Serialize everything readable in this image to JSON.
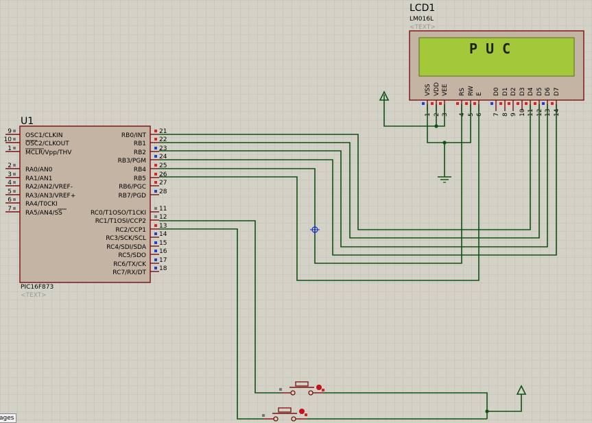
{
  "lcd": {
    "ref": "LCD1",
    "model": "LM016L",
    "text_placeholder": "<TEXT>",
    "display_text": "P U C",
    "pins": [
      {
        "name": "VSS",
        "num": "1"
      },
      {
        "name": "VDD",
        "num": "2"
      },
      {
        "name": "VEE",
        "num": "3"
      },
      {
        "name": "RS",
        "num": "4"
      },
      {
        "name": "RW",
        "num": "5"
      },
      {
        "name": "E",
        "num": "6"
      },
      {
        "name": "D0",
        "num": "7"
      },
      {
        "name": "D1",
        "num": "8"
      },
      {
        "name": "D2",
        "num": "9"
      },
      {
        "name": "D3",
        "num": "10"
      },
      {
        "name": "D4",
        "num": "11"
      },
      {
        "name": "D5",
        "num": "12"
      },
      {
        "name": "D6",
        "num": "13"
      },
      {
        "name": "D7",
        "num": "14"
      }
    ]
  },
  "mcu": {
    "ref": "U1",
    "model": "PIC16F873",
    "text_placeholder": "<TEXT>",
    "left_pins": [
      {
        "name": "OSC1/CLKIN",
        "num": "9"
      },
      {
        "name": "OSC2/CLKOUT",
        "num": "10"
      },
      {
        "name": "MCLR/Vpp/THV",
        "num": "1"
      },
      {
        "name": "RA0/AN0",
        "num": "2"
      },
      {
        "name": "RA1/AN1",
        "num": "3"
      },
      {
        "name": "RA2/AN2/VREF-",
        "num": "4"
      },
      {
        "name": "RA3/AN3/VREF+",
        "num": "5"
      },
      {
        "name": "RA4/T0CKI",
        "num": "6"
      },
      {
        "name": "RA5/AN4/SS",
        "num": "7"
      }
    ],
    "right_pins": [
      {
        "name": "RB0/INT",
        "num": "21"
      },
      {
        "name": "RB1",
        "num": "22"
      },
      {
        "name": "RB2",
        "num": "23"
      },
      {
        "name": "RB3/PGM",
        "num": "24"
      },
      {
        "name": "RB4",
        "num": "25"
      },
      {
        "name": "RB5",
        "num": "26"
      },
      {
        "name": "RB6/PGC",
        "num": "27"
      },
      {
        "name": "RB7/PGD",
        "num": "28"
      },
      {
        "name": "RC0/T1OSO/T1CKI",
        "num": "11"
      },
      {
        "name": "RC1/T1OSI/CCP2",
        "num": "12"
      },
      {
        "name": "RC2/CCP1",
        "num": "13"
      },
      {
        "name": "RC3/SCK/SCL",
        "num": "14"
      },
      {
        "name": "RC4/SDI/SDA",
        "num": "15"
      },
      {
        "name": "RC5/SDO",
        "num": "16"
      },
      {
        "name": "RC6/TX/CK",
        "num": "17"
      },
      {
        "name": "RC7/RX/DT",
        "num": "18"
      }
    ]
  },
  "status_tab": "ages",
  "colors": {
    "background": "#d4d2c7",
    "grid": "#c2c0b4",
    "chip_body": "#c3b4a4",
    "chip_border": "#7a0e0e",
    "wire": "#0e4f12",
    "lcd_screen": "#a3c93a"
  }
}
